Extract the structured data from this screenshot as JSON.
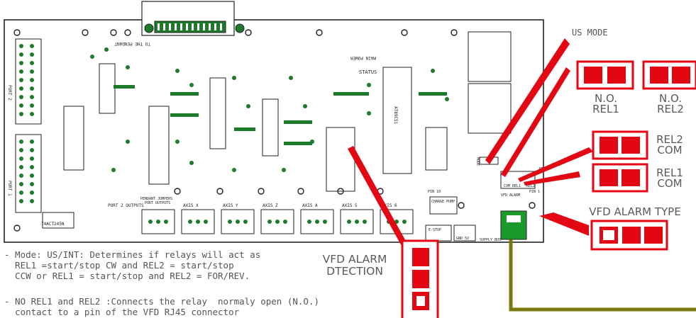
{
  "diagram": {
    "board": {
      "silkscreen": {
        "to_pendant": "TO THE PENDANT",
        "status": "STATUS",
        "main_power": "MAIN POWER",
        "port2": "PORT 2",
        "port1": "PORT 1",
        "port2_outputs": "PORT 2 OUTPUTS",
        "port_outputs": "PORT OUTPUTS",
        "pendant_jumpers": "PENDANT JUMPERS",
        "axes": [
          "AXIS X",
          "AXIS Y",
          "AXIS Z",
          "AXIS A",
          "AXIS 5",
          "AXIS 6"
        ],
        "estop": "E-STOP",
        "charge_pump": "CHARGE PUMP",
        "gnd_5v": "GND 5V",
        "supply_bus": "SUPPLY BUS",
        "vfd_alarm": "VFD ALARM",
        "mode": "MODE",
        "com_rel1": "COM REL1",
        "rel2": "REL2",
        "rel1": "REL1",
        "chip": "AT89C51",
        "chip2": "74ACT245N",
        "pin1": "PIN 1",
        "pin10": "PIN 10"
      }
    },
    "callouts": {
      "us_mode": "US MODE",
      "no_rel1": [
        "N.O.",
        "REL1"
      ],
      "no_rel2": [
        "N.O.",
        "REL2"
      ],
      "rel2_com": [
        "REL2",
        "COM"
      ],
      "rel1_com": [
        "REL1",
        "COM"
      ],
      "vfd_alarm_type": "VFD ALARM TYPE",
      "vfd_alarm_detection": [
        "VFD ALARM",
        "DTECTION"
      ]
    },
    "notes": {
      "mode": "- Mode: US/INT: Determines if relays will act as\n  REL1 =start/stop CW and REL2 = start/stop\n  CCW or REL1 = start/stop and REL2 = FOR/REV.",
      "no_rel": "- NO REL1 and REL2 :Connects the relay  normaly open (N.O.)\n  contact to a pin of the VFD RJ45 connector"
    },
    "colors": {
      "accent_red": "#e30613",
      "wire": "#7a7a10",
      "board_outline": "#222222",
      "rj45_green": "#1a9a2a"
    }
  }
}
